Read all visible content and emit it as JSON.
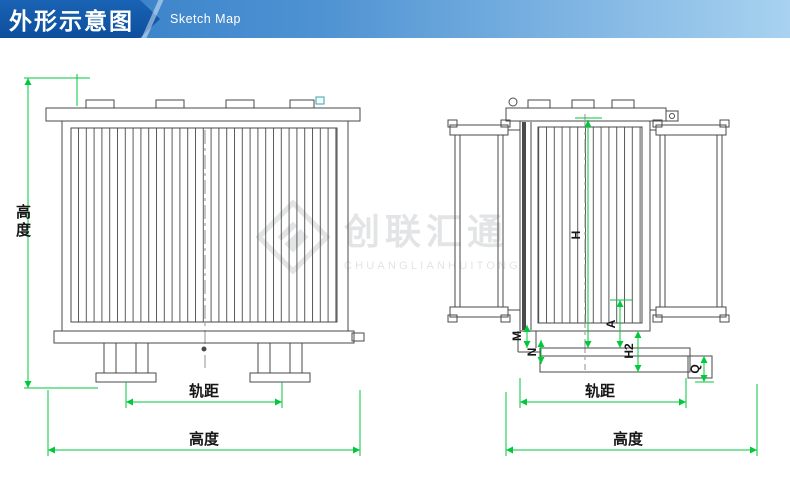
{
  "header": {
    "title": "外形示意图",
    "subtitle": "Sketch Map"
  },
  "watermark": {
    "brand": "创联汇通",
    "brand_latin": "CHUANGLIANHUITONG"
  },
  "front_view": {
    "dim_height": "高度",
    "dim_gauge": "轨距",
    "dim_width": "高度"
  },
  "side_view": {
    "dim_h": "H",
    "dim_a": "A",
    "dim_h2": "H2",
    "dim_m": "M",
    "dim_n": "N",
    "dim_q": "Q",
    "dim_gauge": "轨距",
    "dim_width": "高度"
  },
  "colors": {
    "dimension": "#00c93c",
    "header_dark": "#0d4e9e",
    "header_mid": "#2f7ac5",
    "header_light": "#a8d2f0",
    "ink": "#4a4a4a",
    "watermark": "#e2e4e6"
  }
}
